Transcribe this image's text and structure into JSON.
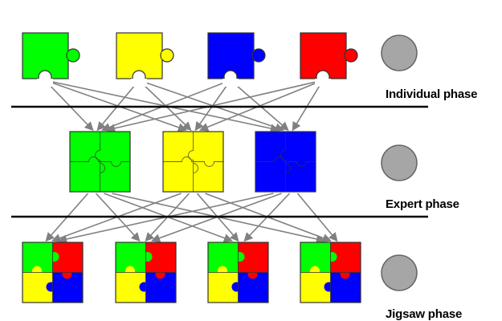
{
  "phases": [
    {
      "label": "Individual phase",
      "pieces": [
        "#00ff00",
        "#ffff00",
        "#0000ff",
        "#ff0000"
      ]
    },
    {
      "label": "Expert phase",
      "groups": [
        "#00ff00",
        "#ffff00",
        "#0000ff"
      ]
    },
    {
      "label": "Jigsaw phase",
      "groups": 4
    }
  ],
  "colors": {
    "green": "#00ff00",
    "yellow": "#ffff00",
    "blue": "#0000ff",
    "red": "#ff0000",
    "arrow": "#808080",
    "circle": "#a6a6a6"
  }
}
